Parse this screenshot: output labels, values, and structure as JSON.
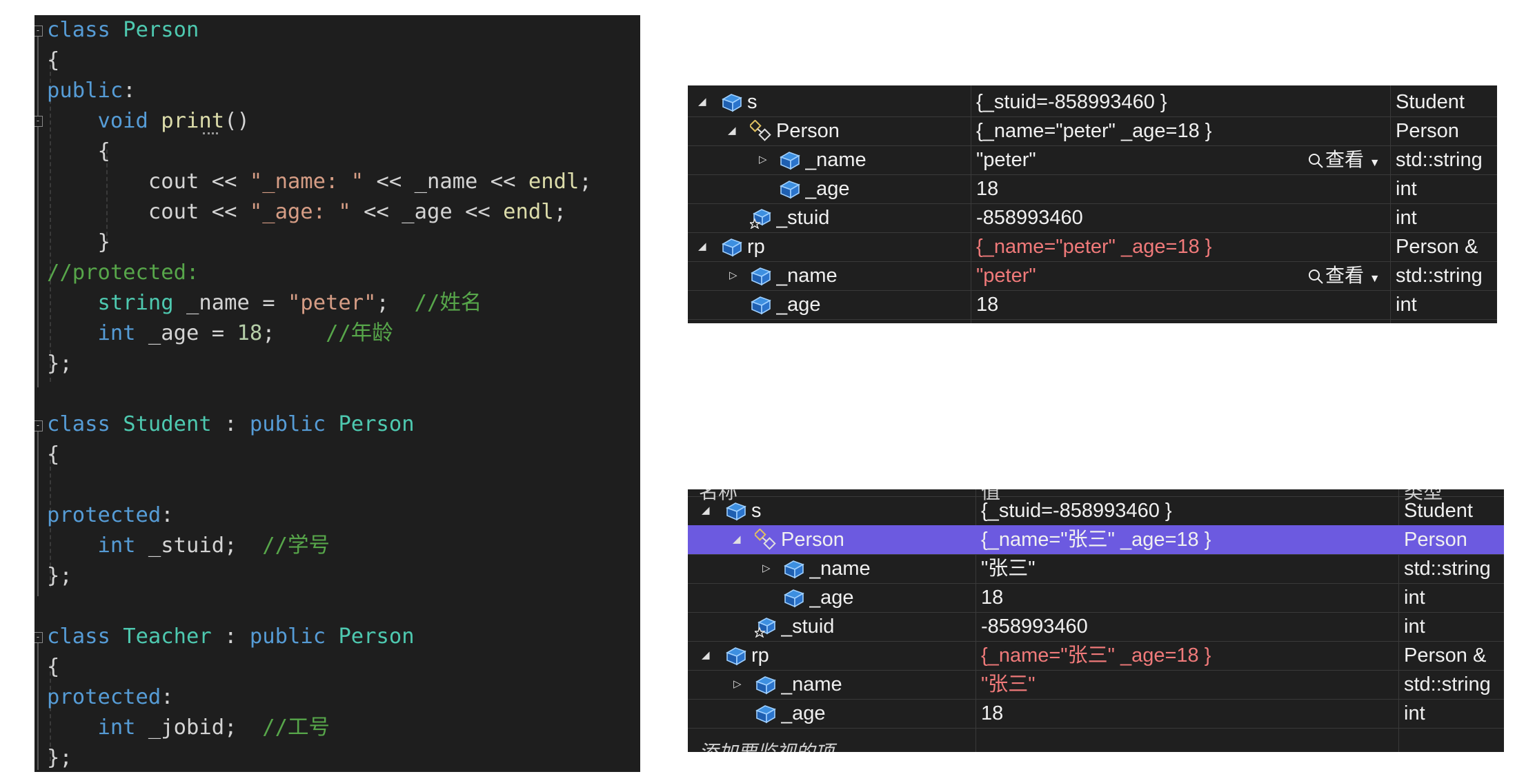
{
  "editor": {
    "code": {
      "l1_class": "class",
      "l1_name": "Person",
      "brace_open": "{",
      "public": "public",
      "colon": ":",
      "void": "void",
      "print": "print",
      "parens": "()",
      "cout": "cout",
      "shl": "<<",
      "str_name": "\"_name: \"",
      "id_name": "_name",
      "endl": "endl",
      "semi": ";",
      "str_age": "\"_age: \"",
      "id_age": "_age",
      "brace_close": "}",
      "comment_protected": "//protected:",
      "string_kw": "string",
      "eq": "=",
      "str_peter": "\"peter\"",
      "comment_name": "//姓名",
      "int_kw": "int",
      "num_18": "18",
      "comment_age": "//年龄",
      "class_end": "};",
      "student_name": "Student",
      "protected_kw": "protected",
      "id_stuid": "_stuid",
      "comment_stuid": "//学号",
      "teacher_name": "Teacher",
      "id_jobid": "_jobid",
      "comment_jobid": "//工号"
    }
  },
  "watch1": {
    "rows": [
      {
        "name": "s",
        "value": "{_stuid=-858993460 }",
        "type": "Student"
      },
      {
        "name": "Person",
        "value": "{_name=\"peter\" _age=18 }",
        "type": "Person"
      },
      {
        "name": "_name",
        "value": "\"peter\"",
        "type": "std::string",
        "view": "查看"
      },
      {
        "name": "_age",
        "value": "18",
        "type": "int"
      },
      {
        "name": "_stuid",
        "value": "-858993460",
        "type": "int"
      },
      {
        "name": "rp",
        "value": "{_name=\"peter\" _age=18 }",
        "type": "Person &"
      },
      {
        "name": "_name",
        "value": "\"peter\"",
        "type": "std::string",
        "view": "查看"
      },
      {
        "name": "_age",
        "value": "18",
        "type": "int"
      }
    ]
  },
  "watch2": {
    "header": {
      "name": "名称",
      "value": "值",
      "type": "类型"
    },
    "rows": [
      {
        "name": "s",
        "value": "{_stuid=-858993460 }",
        "type": "Student"
      },
      {
        "name": "Person",
        "value": "{_name=\"张三\" _age=18 }",
        "type": "Person"
      },
      {
        "name": "_name",
        "value": "\"张三\"",
        "type": "std::string"
      },
      {
        "name": "_age",
        "value": "18",
        "type": "int"
      },
      {
        "name": "_stuid",
        "value": "-858993460",
        "type": "int"
      },
      {
        "name": "rp",
        "value": "{_name=\"张三\" _age=18 }",
        "type": "Person &"
      },
      {
        "name": "_name",
        "value": "\"张三\"",
        "type": "std::string"
      },
      {
        "name": "_age",
        "value": "18",
        "type": "int"
      }
    ],
    "add_item": "添加要监视的项"
  },
  "colors": {
    "editor_bg": "#1e1e1e",
    "keyword": "#569cd6",
    "type": "#4ec9b0",
    "function": "#dcdcaa",
    "string": "#d69d85",
    "comment": "#57a64a",
    "number": "#b5cea8",
    "changed_value": "#f07a7a",
    "selection": "#6c5ae0"
  }
}
